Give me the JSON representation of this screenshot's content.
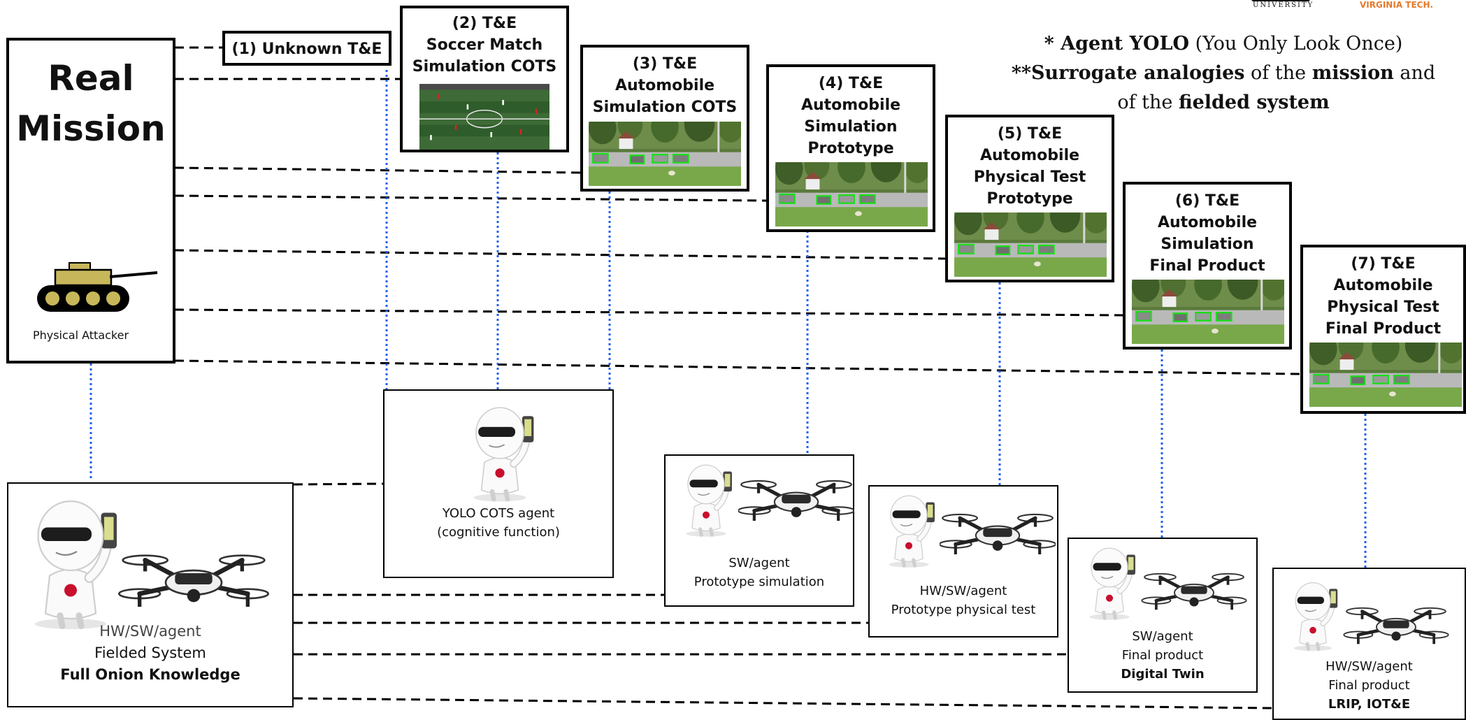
{
  "header": {
    "logo_left": "UNIVERSITY",
    "logo_right": "VIRGINIA TECH."
  },
  "notes": {
    "line1_a": "* Agent YOLO",
    "line1_b": " (You Only Look Once)",
    "line2_a": "**Surrogate analogies",
    "line2_b": " of the ",
    "line2_c": "mission",
    "line2_d": " and",
    "line3_a": "of the ",
    "line3_b": "fielded system"
  },
  "real_mission": {
    "title_line1": "Real",
    "title_line2": "Mission",
    "attacker_label": "Physical Attacker"
  },
  "te_boxes": [
    {
      "lines": [
        "(1) Unknown T&E"
      ]
    },
    {
      "lines": [
        "(2) T&E",
        "Soccer Match",
        "Simulation COTS"
      ]
    },
    {
      "lines": [
        "(3) T&E",
        "Automobile",
        "Simulation COTS"
      ]
    },
    {
      "lines": [
        "(4) T&E",
        "Automobile",
        "Simulation",
        "Prototype"
      ]
    },
    {
      "lines": [
        "(5) T&E",
        "Automobile",
        "Physical Test",
        "Prototype"
      ]
    },
    {
      "lines": [
        "(6) T&E",
        "Automobile",
        "Simulation",
        "Final Product"
      ]
    },
    {
      "lines": [
        "(7) T&E",
        "Automobile",
        "Physical Test",
        "Final Product"
      ]
    }
  ],
  "agents": {
    "fielded": {
      "line1": "HW/SW/agent",
      "line2": "Fielded System",
      "line3": "Full Onion Knowledge"
    },
    "yolo_cots": {
      "line1": "YOLO COTS agent",
      "line2": "(cognitive function)"
    },
    "proto_sim": {
      "line1": "SW/agent",
      "line2": "Prototype simulation"
    },
    "proto_phys": {
      "line1": "HW/SW/agent",
      "line2": "Prototype physical test"
    },
    "final_twin": {
      "line1": "SW/agent",
      "line2": "Final product",
      "line3": "Digital Twin"
    },
    "final_lrip": {
      "line1": "HW/SW/agent",
      "line2": "Final product",
      "line3": "LRIP, IOT&E"
    }
  },
  "colors": {
    "box_border": "#000000",
    "dashed_link": "#000000",
    "dotted_link": "#1f5ff0",
    "accent_red": "#c8102e",
    "tank": "#c8b75a"
  },
  "icons": [
    "tank-icon",
    "robot-agent-icon",
    "drone-icon",
    "soccer-field-image",
    "street-scene-image"
  ]
}
